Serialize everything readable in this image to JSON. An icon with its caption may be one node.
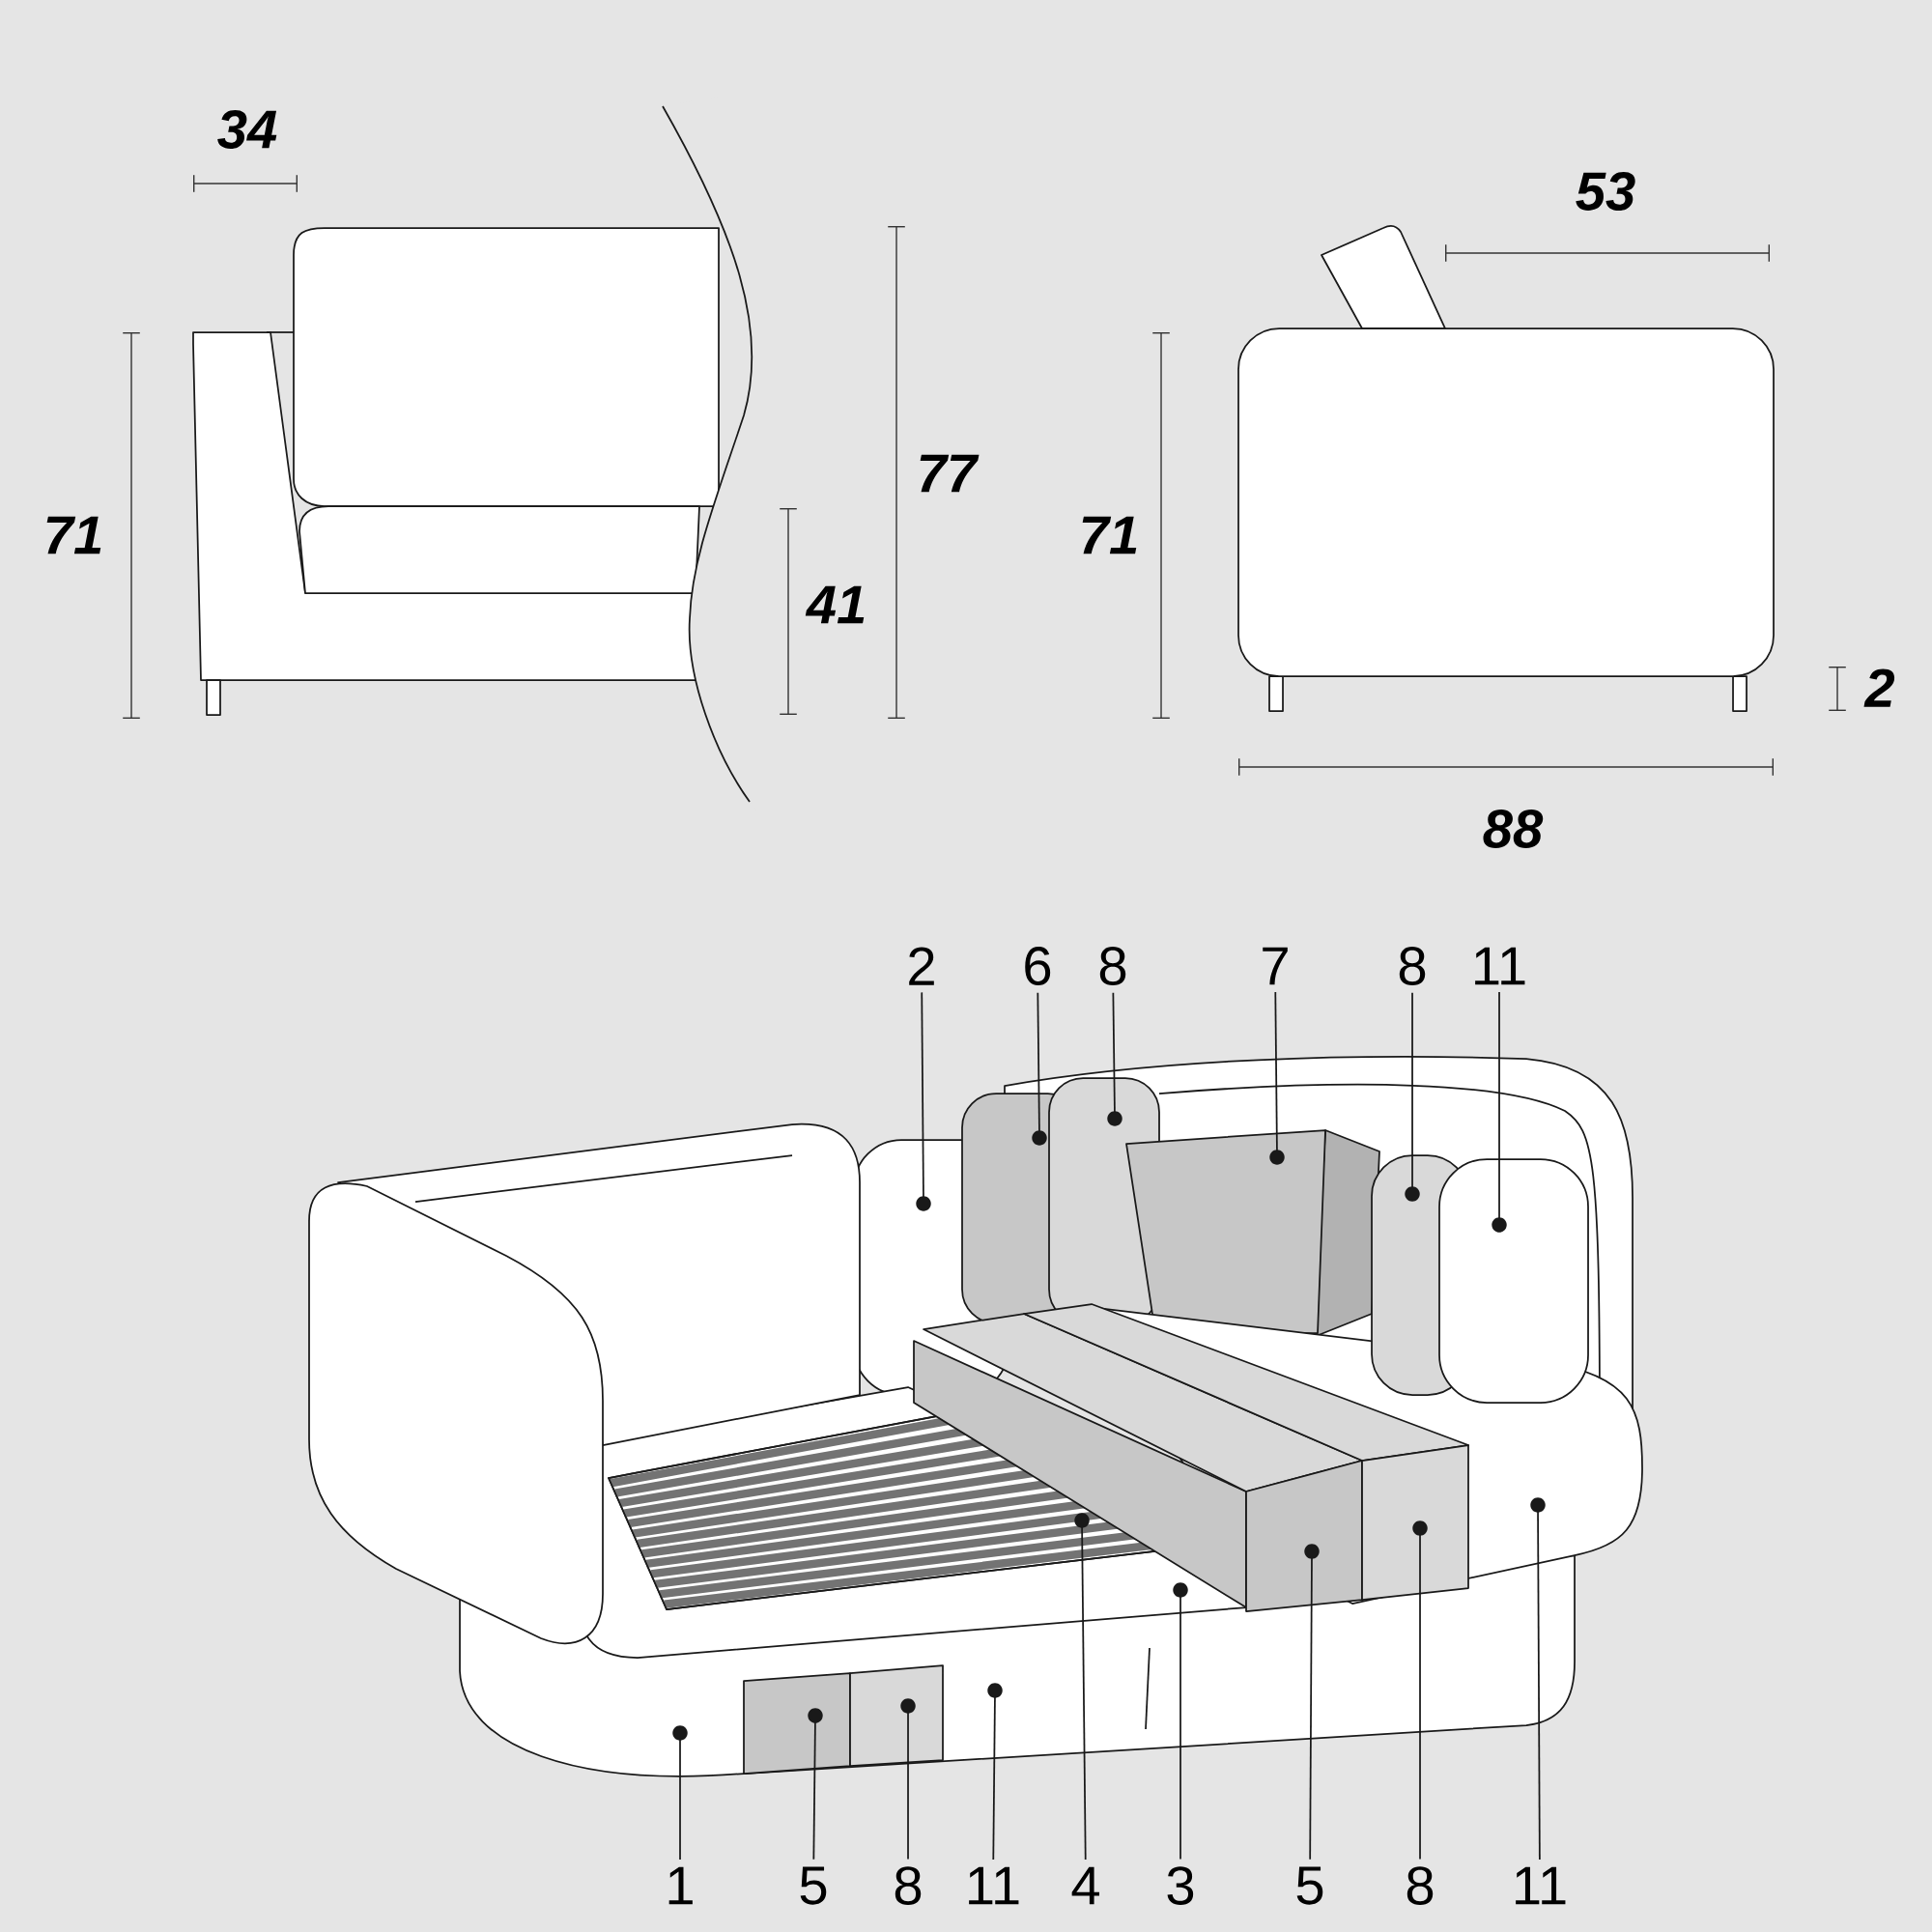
{
  "diagram": {
    "nodes": [
      {
        "text": [
          "2"
        ]
      },
      {
        "text": [
          "6"
        ]
      },
      {
        "text": [
          "8"
        ]
      },
      {
        "text": [
          "7"
        ]
      },
      {
        "text": [
          "8"
        ]
      },
      {
        "text": [
          "11"
        ]
      },
      {
        "text": [
          "1"
        ]
      },
      {
        "text": [
          "5"
        ]
      },
      {
        "text": [
          "8"
        ]
      },
      {
        "text": [
          "11"
        ]
      },
      {
        "text": [
          "4"
        ]
      },
      {
        "text": [
          "3"
        ]
      },
      {
        "text": [
          "5"
        ]
      },
      {
        "text": [
          "8"
        ]
      },
      {
        "text": [
          "11"
        ]
      }
    ],
    "edges": [
      {
        "from": 0,
        "to": null,
        "arrow": "other"
      },
      {
        "from": 1,
        "to": null,
        "arrow": "other"
      },
      {
        "from": 2,
        "to": null,
        "arrow": "other"
      },
      {
        "from": 3,
        "to": null,
        "arrow": "other"
      },
      {
        "from": 4,
        "to": null,
        "arrow": "other"
      },
      {
        "from": 5,
        "to": null,
        "arrow": "other"
      },
      {
        "from": 6,
        "to": null,
        "arrow": "other"
      },
      {
        "from": 7,
        "to": null,
        "arrow": "other"
      },
      {
        "from": 8,
        "to": null,
        "arrow": "other"
      },
      {
        "from": 9,
        "to": null,
        "arrow": "other"
      },
      {
        "from": 10,
        "to": null,
        "arrow": "other"
      },
      {
        "from": 11,
        "to": null,
        "arrow": "other"
      },
      {
        "from": 12,
        "to": null,
        "arrow": "other"
      },
      {
        "from": 13,
        "to": null,
        "arrow": "other"
      },
      {
        "from": 14,
        "to": null,
        "arrow": "other"
      }
    ],
    "labels": [
      "34",
      "53",
      "77",
      "71",
      "71",
      "41",
      "2",
      "88"
    ]
  }
}
